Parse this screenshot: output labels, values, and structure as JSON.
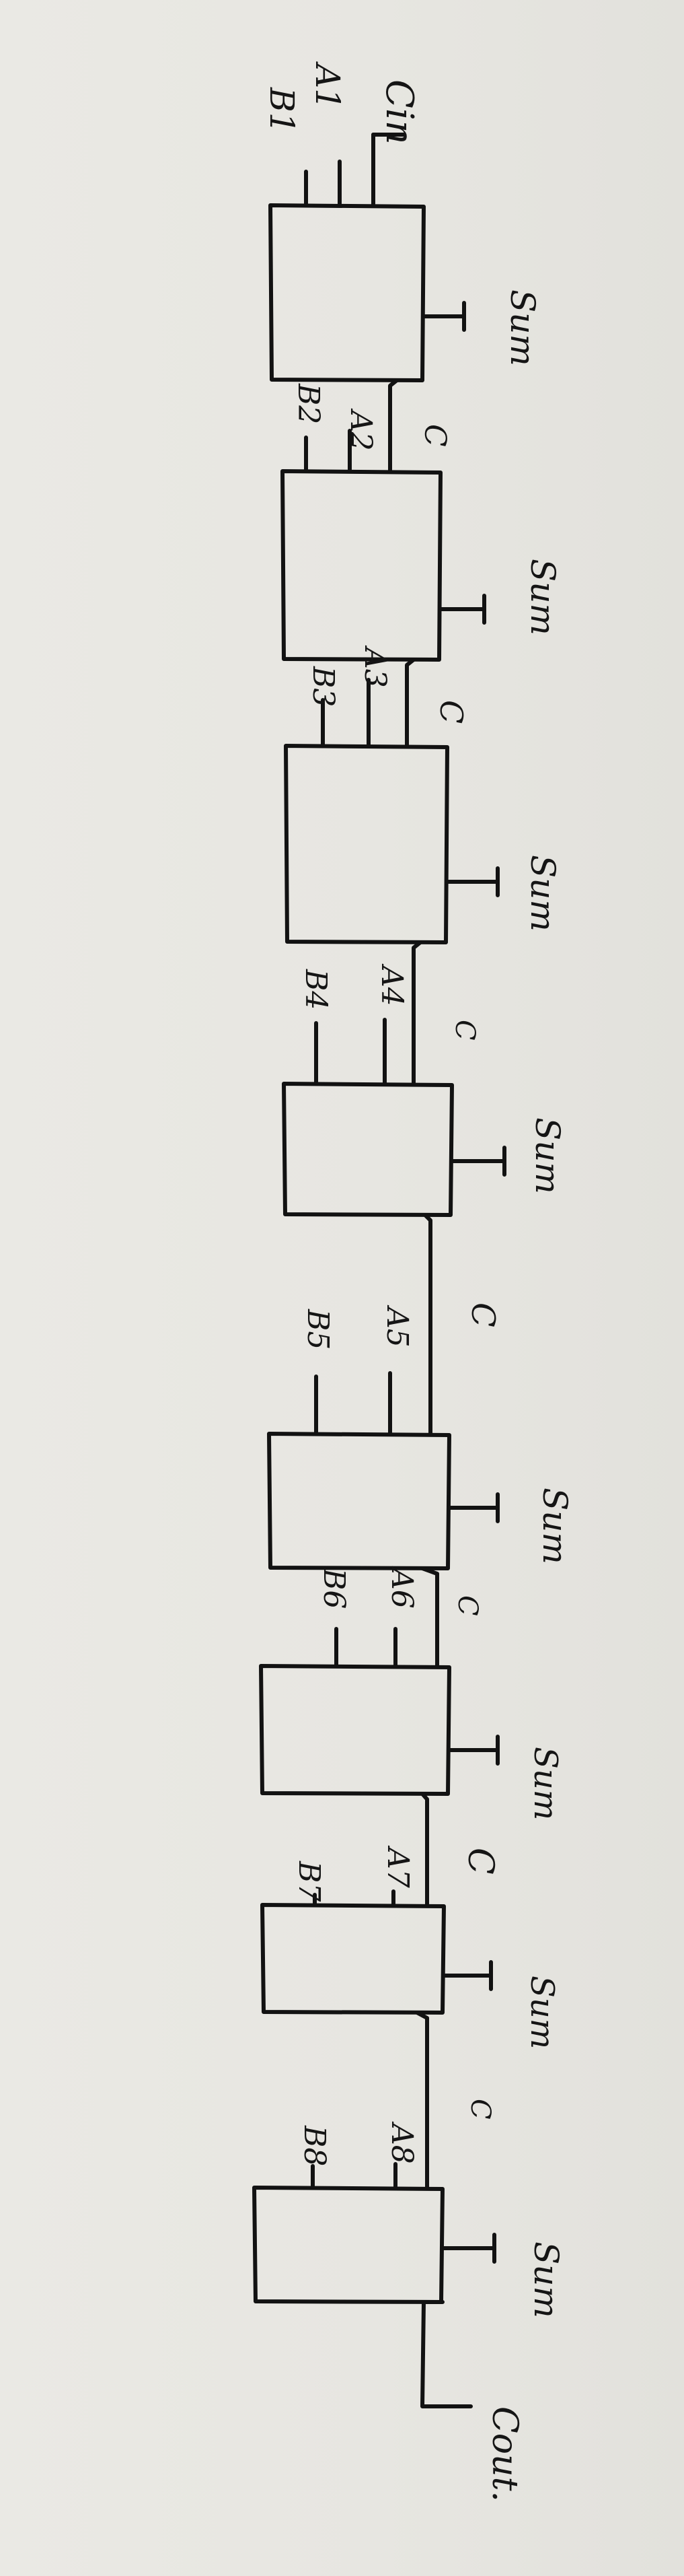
{
  "diagram": {
    "carry_in_label": "Cin",
    "carry_out_label": "Cout.",
    "first_inputs": {
      "a": "A1",
      "b": "B1"
    },
    "stages": [
      {
        "sum": "Sum",
        "carry": "C",
        "a": "A2",
        "b": "B2"
      },
      {
        "sum": "Sum",
        "carry": "C",
        "a": "A3",
        "b": "B3"
      },
      {
        "sum": "Sum",
        "carry": "C",
        "a": "A4",
        "b": "B4"
      },
      {
        "sum": "Sum",
        "carry": "C",
        "a": "A5",
        "b": "B5"
      },
      {
        "sum": "Sum",
        "carry": "C",
        "a": "A6",
        "b": "B6"
      },
      {
        "sum": "Sum",
        "carry": "C",
        "a": "A7",
        "b": "B7"
      },
      {
        "sum": "Sum",
        "carry": "C",
        "a": "A8",
        "b": "B8"
      },
      {
        "sum": "Sum"
      }
    ]
  }
}
